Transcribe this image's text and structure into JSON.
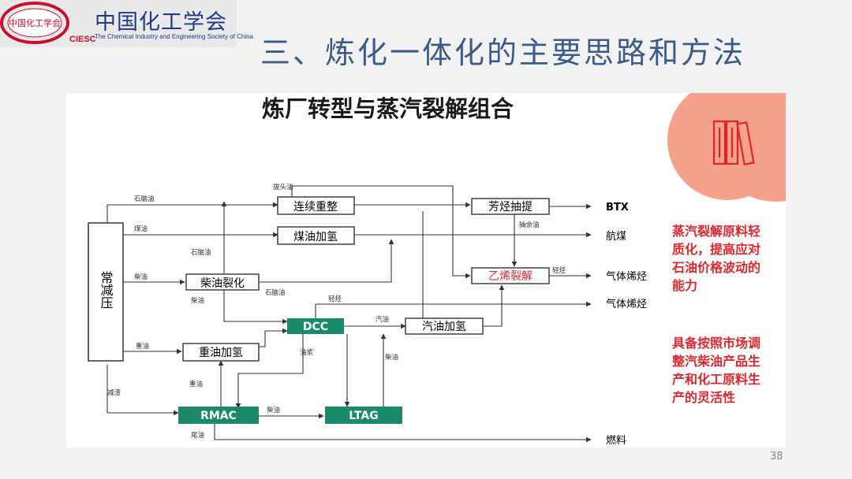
{
  "logo": {
    "seal_text": "中国化工学会",
    "abbr": "CIESC",
    "name_cn": "中国化工学会",
    "name_en": "The Chemical Industry and Engineering Society of China"
  },
  "slide": {
    "title": "三、炼化一体化的主要思路和方法",
    "page_number": "38"
  },
  "diagram": {
    "title": "炼厂转型与蒸汽裂解组合",
    "units": {
      "atm": "常减压",
      "ccr": "连续重整",
      "kero_hydro": "煤油加氢",
      "diesel_crack": "柴油裂化",
      "resid_hydro": "重油加氢",
      "dcc": "DCC",
      "gas_hydro": "汽油加氢",
      "aro_extract": "芳烃抽提",
      "ethylene": "乙烯裂解",
      "rmac": "RMAC",
      "ltag": "LTAG"
    },
    "products": {
      "btx": "BTX",
      "jet": "航煤",
      "olefin1": "气体烯烃",
      "olefin2": "气体烯烃",
      "fuel": "燃料"
    },
    "streams": {
      "naphtha_top": "石脑油",
      "kero": "煤油",
      "naphtha_mid": "石脑油",
      "diesel": "柴油",
      "diesel2": "柴油",
      "heavy": "重油",
      "vacuum": "减渣",
      "raffinate_top": "拔头油",
      "raffinate": "抽余油",
      "light_hc": "轻烃",
      "light_hc2": "轻烃",
      "naphtha_mid2": "石脑油",
      "gasoline": "汽油",
      "slurry": "油浆",
      "diesel3": "柴油",
      "heavy2": "重油",
      "diesel4": "柴油",
      "tail": "尾油"
    },
    "icon_name": "books-icon",
    "notes": [
      [
        "蒸汽裂解原料轻",
        "质化，提高应对",
        "石油价格波动的",
        "能力"
      ],
      [
        "具备按照市场调",
        "整汽柴油产品生",
        "产和化工原料生",
        "产的灵活性"
      ]
    ]
  },
  "colors": {
    "title_blue": "#3d5a8c",
    "logo_red": "#c8102e",
    "logo_blue": "#1e3a8c",
    "unit_green": "#1b8a6b",
    "note_red": "#e0262c",
    "circle": "#f4a28c",
    "highlight_red": "#e0262c"
  }
}
